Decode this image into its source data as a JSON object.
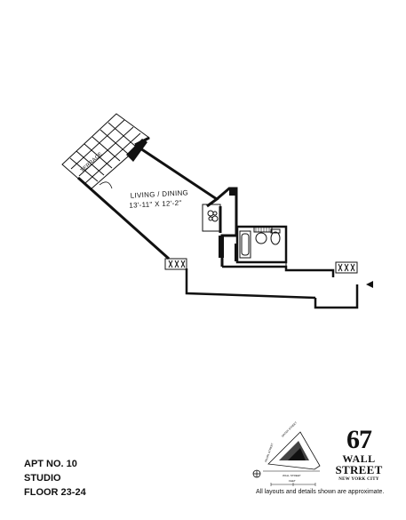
{
  "room": {
    "name": "LIVING / DINING",
    "dimensions": "13'-11\" X 12'-2\""
  },
  "terrace_label": "TERRACE",
  "apartment": {
    "number": "APT NO. 10",
    "type": "STUDIO",
    "floors": "FLOOR 23-24"
  },
  "building": {
    "number": "67",
    "street_line1": "WALL",
    "street_line2": "STREET",
    "city": "NEW YORK CITY"
  },
  "keyplan": {
    "street_top": "WATER STREET",
    "street_left": "PEARL STREET",
    "street_bottom": "WALL STREET",
    "scale_label": "FEET"
  },
  "disclaimer": "All layouts and details shown are approximate."
}
